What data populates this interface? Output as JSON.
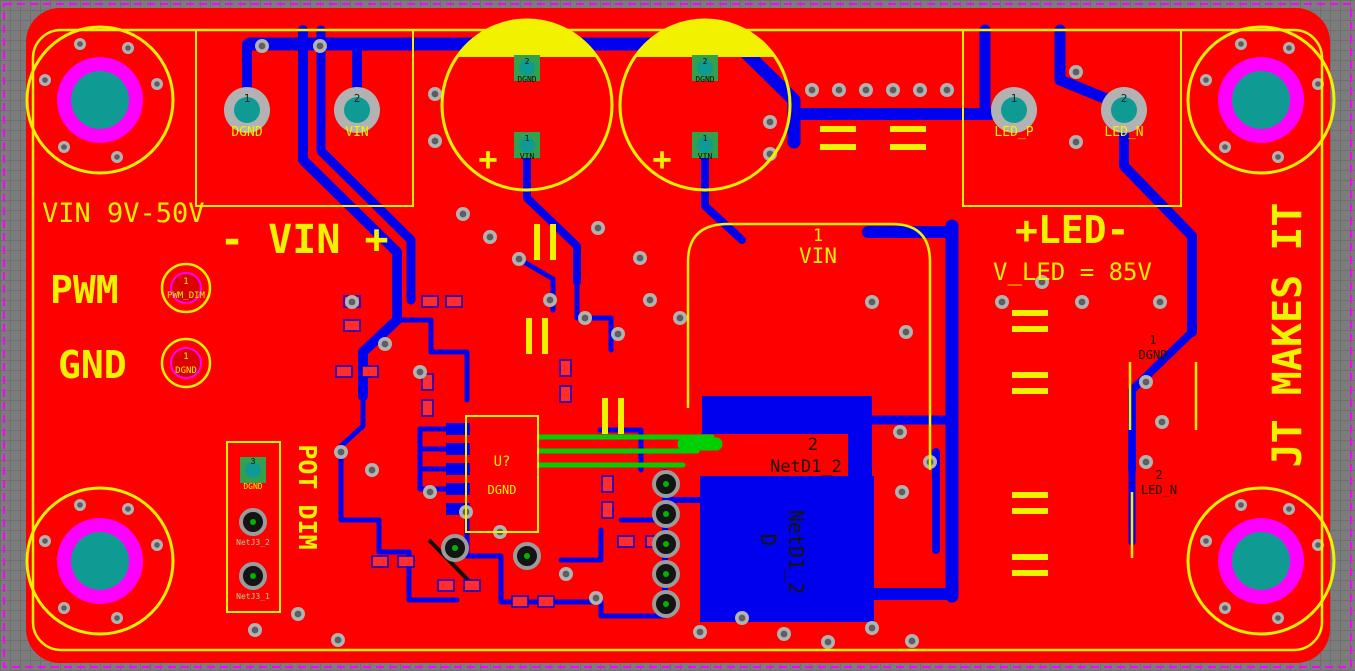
{
  "colors": {
    "board": "#fe0000",
    "copper_trace": "#0000ef",
    "silkscreen": "#f2f200",
    "highlight_net": "#00cf00",
    "pad_hole_teal": "#0f9b94",
    "pad_ring_gray": "#b2b2b2",
    "marker_magenta": "#ff00ff",
    "background_gray": "#7c7c7c"
  },
  "silkscreen": {
    "vin_range": "VIN 9V-50V",
    "vin_polarity": "- VIN +",
    "pwm": "PWM",
    "gnd": "GND",
    "led_polarity": "+LED-",
    "vled": "V_LED = 85V",
    "branding": "JT MAKES IT",
    "pot_dim": "POT DIM",
    "cap_plus": "+"
  },
  "components": {
    "vin_connector": {
      "pads": [
        {
          "num": "1",
          "net": "DGND"
        },
        {
          "num": "2",
          "net": "VIN"
        }
      ]
    },
    "led_connector": {
      "pads": [
        {
          "num": "1",
          "net": "LED_P"
        },
        {
          "num": "2",
          "net": "LED_N"
        }
      ]
    },
    "cap1": {
      "pads": [
        {
          "num": "2",
          "net": "DGND"
        },
        {
          "num": "1",
          "net": "VIN"
        }
      ]
    },
    "cap2": {
      "pads": [
        {
          "num": "2",
          "net": "DGND"
        },
        {
          "num": "1",
          "net": "VIN"
        }
      ]
    },
    "pwm_testpoint": {
      "num": "1",
      "net": "PWM_DIM"
    },
    "gnd_testpoint": {
      "num": "1",
      "net": "DGND"
    },
    "pot_connector": {
      "pads": [
        {
          "num": "3",
          "net": "DGND"
        },
        {
          "num": "2",
          "net": "NetJ3_2"
        },
        {
          "num": "1",
          "net": "NetJ3_1"
        }
      ]
    },
    "ic": {
      "designator": "U?",
      "net": "DGND"
    },
    "inductor_pad": {
      "num": "1",
      "net": "VIN"
    },
    "diode": {
      "pad_num": "2",
      "pad_net": "NetD1_2",
      "designator": "D",
      "net": "NetD1_2"
    },
    "r_top": {
      "num": "1",
      "net": "DGND"
    },
    "r_bottom": {
      "num": "2",
      "net": "LED_N"
    }
  }
}
